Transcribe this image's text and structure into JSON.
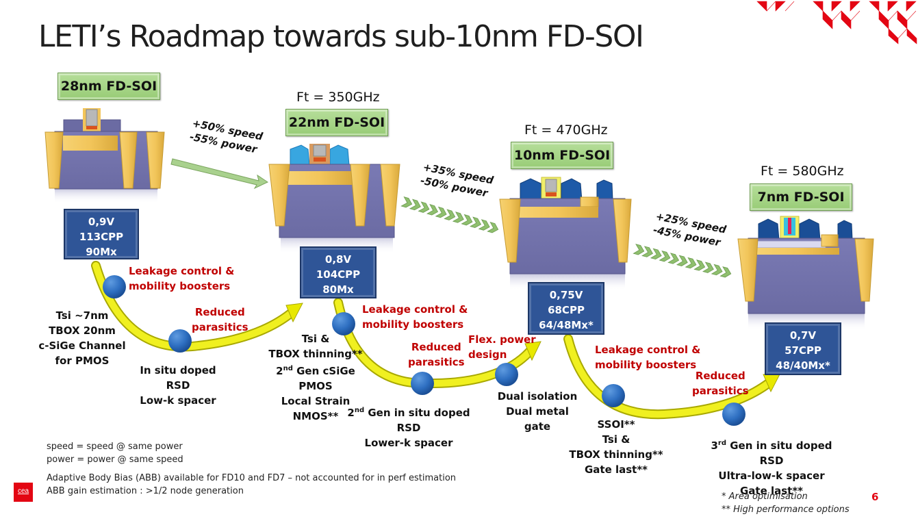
{
  "title": "LETI’s Roadmap towards sub-10nm FD-SOI",
  "brand_color": "#e30613",
  "nodes": [
    {
      "name": "28nm FD-SOI",
      "ft": "",
      "specs": [
        "0,9V",
        "113CPP",
        "90Mx"
      ]
    },
    {
      "name": "22nm FD-SOI",
      "ft": "Ft = 350GHz",
      "specs": [
        "0,8V",
        "104CPP",
        "80Mx"
      ]
    },
    {
      "name": "10nm FD-SOI",
      "ft": "Ft = 470GHz",
      "specs": [
        "0,75V",
        "68CPP",
        "64/48Mx*"
      ]
    },
    {
      "name": "7nm FD-SOI",
      "ft": "Ft = 580GHz",
      "specs": [
        "0,7V",
        "57CPP",
        "48/40Mx*"
      ]
    }
  ],
  "gains": [
    {
      "speed": "+50% speed",
      "power": "-55% power"
    },
    {
      "speed": "+35% speed",
      "power": "-50% power"
    },
    {
      "speed": "+25% speed",
      "power": "-45% power"
    }
  ],
  "transitions": [
    {
      "start_features": [
        "Tsi ~7nm",
        "TBOX 20nm",
        "c-SiGe Channel",
        "for PMOS"
      ],
      "labels": [
        "Leakage control &",
        "mobility boosters",
        "Reduced",
        "parasitics"
      ],
      "mid_features": [
        "In situ doped RSD",
        "Low-k spacer"
      ]
    },
    {
      "start_features": [
        "Tsi &",
        "TBOX thinning**",
        "Gen cSiGe PMOS",
        "Local Strain NMOS**"
      ],
      "start_sup": "nd",
      "start_sup_prefix": "2",
      "labels": [
        "Leakage control &",
        "mobility boosters",
        "Reduced",
        "parasitics",
        "Flex. power",
        "design"
      ],
      "mid_features_prefix": "2",
      "mid_sup": "nd",
      "mid_features": [
        "Gen in situ doped RSD",
        "Lower-k spacer"
      ],
      "end_features": [
        "Dual isolation",
        "Dual metal gate"
      ]
    },
    {
      "start_features": [
        "SSOI**",
        "Tsi &",
        "TBOX thinning**",
        "Gate last**"
      ],
      "labels": [
        "Leakage control &",
        "mobility  boosters",
        "Reduced",
        "parasitics"
      ],
      "mid_features_prefix": "3",
      "mid_sup": "rd",
      "mid_features": [
        "Gen  in situ doped RSD",
        "Ultra-low-k spacer",
        "Gate last**"
      ]
    }
  ],
  "notes": {
    "speed_def": "speed = speed @ same power",
    "power_def": "power = power @ same speed",
    "abb_1": "Adaptive Body Bias (ABB) available for FD10 and FD7 – not accounted for in perf estimation",
    "abb_2": "ABB gain estimation : >1/2 node generation"
  },
  "footnotes": {
    "single": "*   Area optimisation",
    "double": "** High performance options"
  },
  "page_number": "6",
  "logo_text": "cea"
}
